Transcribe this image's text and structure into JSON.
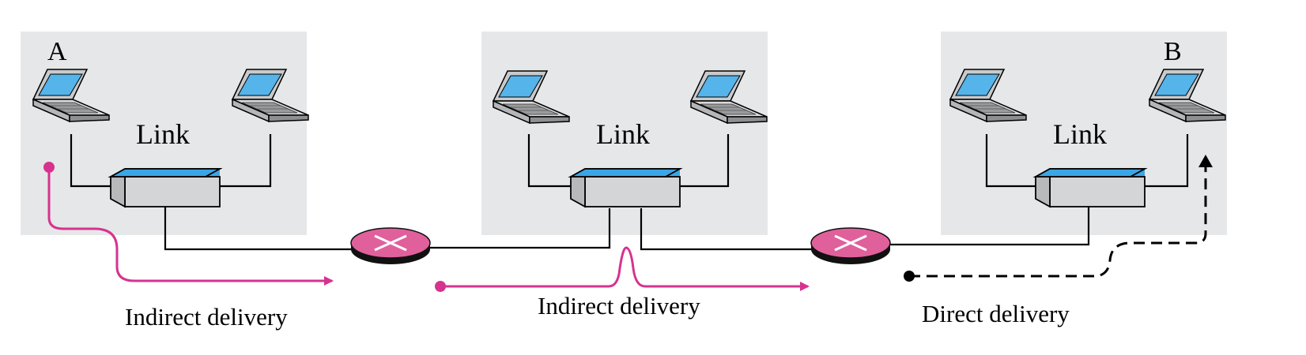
{
  "colors": {
    "panel": "#e6e7e8",
    "wire": "#000000",
    "indirect_path": "#d6338f",
    "direct_path": "#000000",
    "router_top": "#e0609c",
    "router_side": "#111111",
    "switch_top": "#3aa6e6",
    "switch_body": "#d4d5d7",
    "laptop_screen": "#55b4ea",
    "laptop_body": "#c9cacc"
  },
  "links": [
    {
      "label": "Link",
      "host_label": "A"
    },
    {
      "label": "Link",
      "host_label": ""
    },
    {
      "label": "Link",
      "host_label": "B"
    }
  ],
  "deliveries": [
    {
      "label": "Indirect delivery",
      "style": "indirect"
    },
    {
      "label": "Indirect delivery",
      "style": "indirect"
    },
    {
      "label": "Direct delivery",
      "style": "direct"
    }
  ],
  "icons": {
    "host": "laptop-icon",
    "switch": "link-switch-icon",
    "router": "router-icon"
  }
}
